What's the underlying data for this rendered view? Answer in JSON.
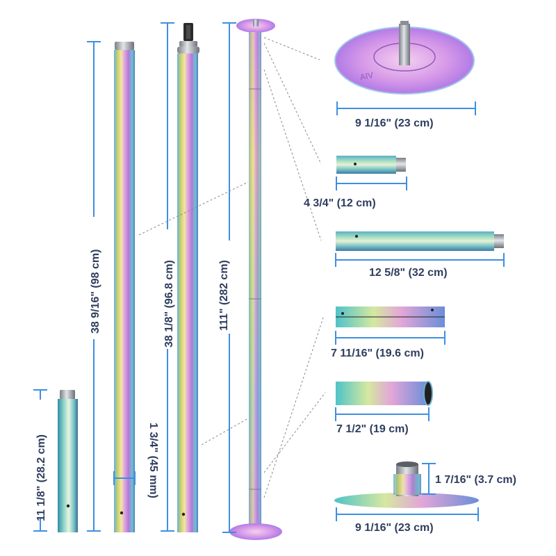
{
  "labels": {
    "pole_height": "111\" (282 cm)",
    "tube_left": "38 9/16\" (98 cm)",
    "tube_mid": "38 1/8\" (96.8 cm)",
    "extension": "11 1/8\" (28.2 cm)",
    "diameter": "1 3/4\" (45 mm)",
    "top_dome": "9 1/16\" (23 cm)",
    "small_joint": "4 3/4\" (12 cm)",
    "mid_joint": "12 5/8\" (32 cm)",
    "tube_a": "7 11/16\" (19.6 cm)",
    "tube_b": "7 1/2\" (19 cm)",
    "base_plate": "9 1/16\" (23 cm)",
    "base_height": "1 7/16\" (3.7 cm)"
  },
  "logo_text": "AIV",
  "colors": {
    "dimension_line": "#3d8fe0",
    "text": "#2e3d5e",
    "leader": "#8a8a8a"
  }
}
